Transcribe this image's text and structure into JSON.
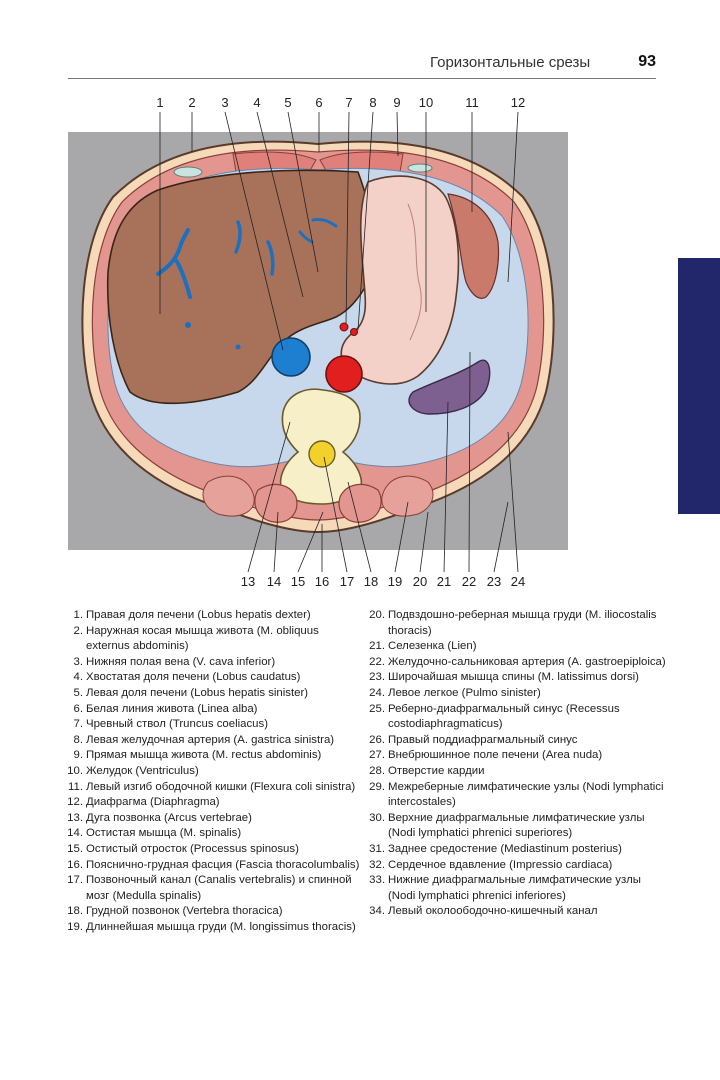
{
  "header": {
    "section": "Горизонтальные срезы",
    "page_number": "93"
  },
  "figure": {
    "top_labels": [
      "1",
      "2",
      "3",
      "4",
      "5",
      "6",
      "7",
      "8",
      "9",
      "10",
      "11",
      "12"
    ],
    "bottom_labels": [
      "13",
      "14",
      "15",
      "16",
      "17",
      "18",
      "19",
      "20",
      "21",
      "22",
      "23",
      "24"
    ]
  },
  "legend": {
    "col1": [
      {
        "n": "1.",
        "t": "Правая доля печени (Lobus hepatis dexter)"
      },
      {
        "n": "2.",
        "t": "Наружная косая мышца живота (M. obliquus externus abdominis)"
      },
      {
        "n": "3.",
        "t": "Нижняя полая вена (V. cava inferior)"
      },
      {
        "n": "4.",
        "t": "Хвостатая доля печени (Lobus caudatus)"
      },
      {
        "n": "5.",
        "t": "Левая доля печени (Lobus hepatis sinister)"
      },
      {
        "n": "6.",
        "t": "Белая линия живота (Linea alba)"
      },
      {
        "n": "7.",
        "t": "Чревный ствол (Truncus coeliacus)"
      },
      {
        "n": "8.",
        "t": "Левая желудочная артерия (A. gastrica sinistra)"
      },
      {
        "n": "9.",
        "t": "Прямая мышца живота (M. rectus abdominis)"
      },
      {
        "n": "10.",
        "t": "Желудок (Ventriculus)"
      },
      {
        "n": "11.",
        "t": "Левый изгиб ободочной кишки (Flexura coli sinistra)"
      },
      {
        "n": "12.",
        "t": "Диафрагма (Diaphragma)"
      },
      {
        "n": "13.",
        "t": "Дуга позвонка (Arcus vertebrae)"
      },
      {
        "n": "14.",
        "t": "Остистая мышца (M. spinalis)"
      },
      {
        "n": "15.",
        "t": "Остистый отросток (Processus spinosus)"
      },
      {
        "n": "16.",
        "t": "Пояснично-грудная фасция (Fascia thoracolumbalis)"
      },
      {
        "n": "17.",
        "t": "Позвоночный канал (Canalis vertebralis) и спинной мозг (Medulla spinalis)"
      },
      {
        "n": "18.",
        "t": "Грудной позвонок (Vertebra thoracica)"
      },
      {
        "n": "19.",
        "t": "Длиннейшая мышца груди (M. longissimus thoracis)"
      }
    ],
    "col2": [
      {
        "n": "20.",
        "t": "Подвздошно-реберная мышца груди (M. iliocostalis thoracis)"
      },
      {
        "n": "21.",
        "t": "Селезенка (Lien)"
      },
      {
        "n": "22.",
        "t": "Желудочно-сальниковая артерия (A. gastroepiploica)"
      },
      {
        "n": "23.",
        "t": "Широчайшая мышца спины (M. latissimus dorsi)"
      },
      {
        "n": "24.",
        "t": "Левое легкое (Pulmo sinister)"
      },
      {
        "n": "25.",
        "t": "Реберно-диафрагмальный синус (Recessus costodiaphragmaticus)"
      },
      {
        "n": "26.",
        "t": "Правый поддиафрагмальный синус"
      },
      {
        "n": "27.",
        "t": "Внебрюшинное поле печени (Area nuda)"
      },
      {
        "n": "28.",
        "t": "Отверстие кардии"
      },
      {
        "n": "29.",
        "t": "Межреберные лимфатические узлы (Nodi lymphatici intercostales)"
      },
      {
        "n": "30.",
        "t": "Верхние диафрагмальные лимфатические узлы (Nodi lymphatici phrenici superiores)"
      },
      {
        "n": "31.",
        "t": "Заднее средостение (Mediastinum posterius)"
      },
      {
        "n": "32.",
        "t": "Сердечное вдавление (Impressio cardiaca)"
      },
      {
        "n": "33.",
        "t": "Нижние диафрагмальные лимфатические узлы (Nodi lymphatici phrenici inferiores)"
      },
      {
        "n": "34.",
        "t": "Левый околоободочно-кишечный канал"
      }
    ]
  }
}
